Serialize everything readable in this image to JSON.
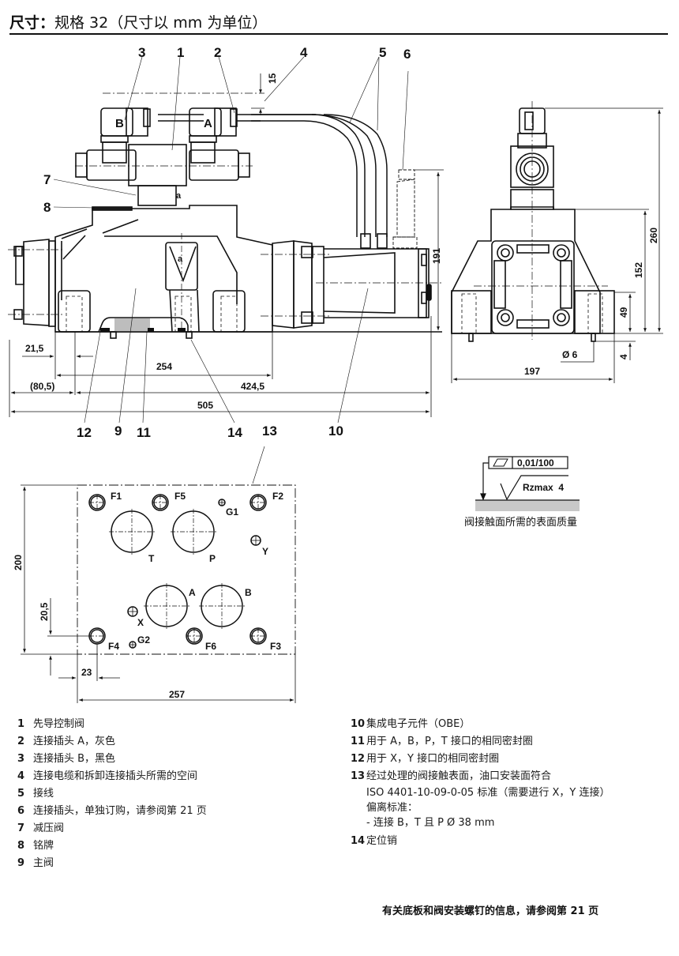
{
  "header": {
    "title_bold": "尺寸：",
    "title_rest": "规格 32（尺寸以 mm 为单位）"
  },
  "callouts": {
    "c1": "1",
    "c2": "2",
    "c3": "3",
    "c4": "4",
    "c5": "5",
    "c6": "6",
    "c7": "7",
    "c8": "8",
    "c9": "9",
    "c10": "10",
    "c11": "11",
    "c12": "12",
    "c13": "13",
    "c14": "14"
  },
  "connector_labels": {
    "a": "A",
    "b": "B"
  },
  "section_marks": {
    "a1": "a",
    "a2": "a"
  },
  "dimensions_front": {
    "d15": "15",
    "d21_5": "21,5",
    "d254": "254",
    "d80_5": "(80,5)",
    "d424_5": "424,5",
    "d505": "505",
    "d191": "191"
  },
  "dimensions_side": {
    "d260": "260",
    "d152": "152",
    "d49": "49",
    "d4": "4",
    "d_dia6": "Ø 6",
    "d197": "197"
  },
  "dimensions_plate": {
    "d200": "200",
    "d20_5": "20,5",
    "d23": "23",
    "d257": "257"
  },
  "plate_ports": {
    "F1": "F1",
    "F2": "F2",
    "F3": "F3",
    "F4": "F4",
    "F5": "F5",
    "F6": "F6",
    "G1": "G1",
    "G2": "G2",
    "T": "T",
    "P": "P",
    "A": "A",
    "B": "B",
    "X": "X",
    "Y": "Y"
  },
  "surface_quality": {
    "flatness": "0,01/100",
    "roughness": "Rzmax  4",
    "caption": "阀接触面所需的表面质量"
  },
  "legend_left": [
    {
      "num": "1",
      "text": "先导控制阀"
    },
    {
      "num": "2",
      "text": "连接插头 A，灰色"
    },
    {
      "num": "3",
      "text": "连接插头 B，黑色"
    },
    {
      "num": "4",
      "text": "连接电缆和拆卸连接插头所需的空间"
    },
    {
      "num": "5",
      "text": "接线"
    },
    {
      "num": "6",
      "text": "连接插头，单独订购，请参阅第 21 页"
    },
    {
      "num": "7",
      "text": "减压阀"
    },
    {
      "num": "8",
      "text": "铭牌"
    },
    {
      "num": "9",
      "text": "主阀"
    }
  ],
  "legend_right": [
    {
      "num": "10",
      "text": "集成电子元件（OBE）"
    },
    {
      "num": "11",
      "text": "用于 A，B，P，T 接口的相同密封圈"
    },
    {
      "num": "12",
      "text": "用于 X，Y 接口的相同密封圈"
    },
    {
      "num": "13",
      "text": "经过处理的阀接触表面，油口安装面符合",
      "cont": [
        "ISO 4401-10-09-0-05 标准（需要进行 X，Y 连接）",
        "偏离标准：",
        "- 连接 B，T 且 P Ø 38 mm"
      ]
    },
    {
      "num": "14",
      "text": "定位销"
    }
  ],
  "footer": {
    "note": "有关底板和阀安装螺钉的信息，请参阅第 21 页"
  }
}
